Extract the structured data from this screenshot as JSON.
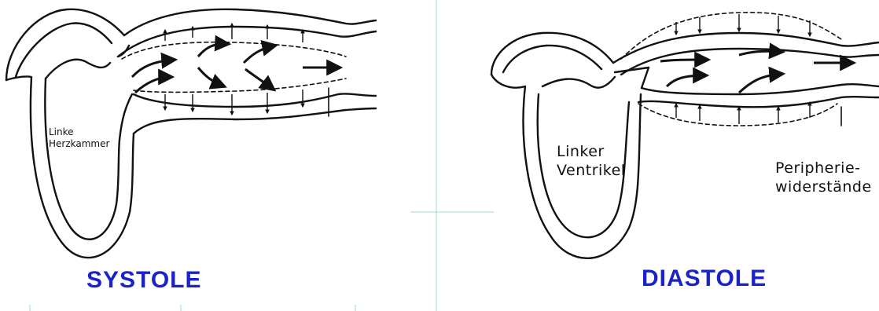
{
  "colors": {
    "ink": "#111111",
    "title_blue": "#1a22c8",
    "guide": "#9fd9cf"
  },
  "systole": {
    "title": "SYSTOLE",
    "label_line1": "Linke",
    "label_line2": "Herzkammer"
  },
  "diastole": {
    "title": "DIASTOLE",
    "label_ventricle_line1": "Linker",
    "label_ventricle_line2": "Ventrikel",
    "label_periphery_line1": "Peripherie-",
    "label_periphery_line2": "widerstände"
  }
}
